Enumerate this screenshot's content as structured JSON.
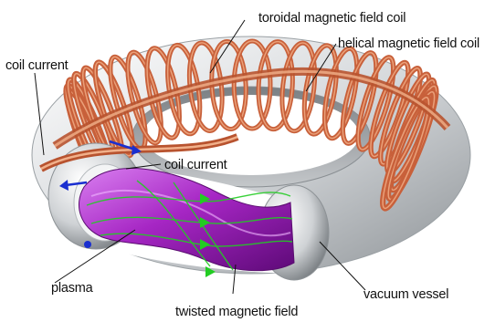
{
  "labels": {
    "coil_current_top": "coil current",
    "coil_current_mid": "coil current",
    "toroidal_coil": "toroidal magnetic field coil",
    "helical_coil": "helical magnetic field coil",
    "plasma": "plasma",
    "twisted_field": "twisted magnetic field",
    "vacuum_vessel": "vacuum vessel"
  },
  "colors": {
    "coil_copper": "#c8603a",
    "coil_highlight": "#f2b08a",
    "vessel_silver": "#d9dcdf",
    "plasma_purple": "#9a1fb4",
    "field_green": "#22cc22",
    "arrow_blue": "#1a2fd0"
  }
}
